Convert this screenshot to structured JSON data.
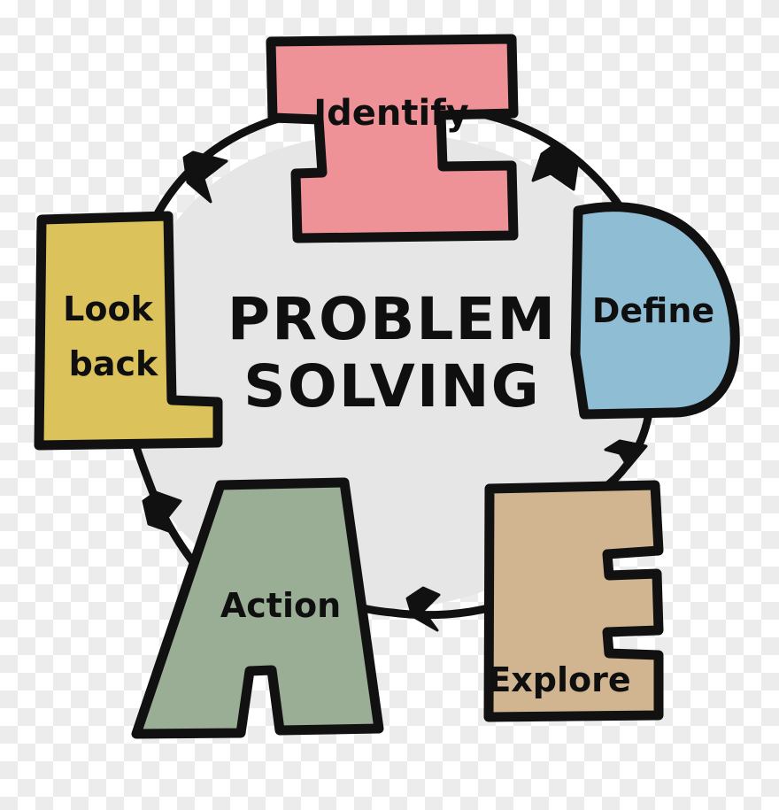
{
  "diagram": {
    "title_line1": "PROBLEM",
    "title_line2": "SOLVING",
    "background": "transparent-checkerboard",
    "hub_color": "#E6E6E6",
    "ink_color": "#111111",
    "style": "hand-drawn marker sketch",
    "acronym": "IDEAL",
    "flow_direction": "clockwise",
    "steps": [
      {
        "letter": "I",
        "label": "Identify",
        "color": "#EE9298",
        "position": "top",
        "order": 1
      },
      {
        "letter": "D",
        "label": "Define",
        "color": "#8FBED4",
        "position": "right",
        "order": 2
      },
      {
        "letter": "E",
        "label": "Explore",
        "color": "#D0B590",
        "position": "bottom-right",
        "order": 3
      },
      {
        "letter": "A",
        "label": "Action",
        "color": "#9AAD95",
        "position": "bottom-left",
        "order": 4
      },
      {
        "letter": "L",
        "label_line1": "Look",
        "label_line2": "back",
        "label": "Look back",
        "color": "#DBC25A",
        "position": "left",
        "order": 5
      }
    ],
    "arrows": [
      {
        "name": "look-back-to-identify",
        "from": "Look back",
        "to": "Identify",
        "position": "top-left"
      },
      {
        "name": "identify-to-define",
        "from": "Identify",
        "to": "Define",
        "position": "top-right"
      },
      {
        "name": "define-to-explore",
        "from": "Define",
        "to": "Explore",
        "position": "right"
      },
      {
        "name": "explore-to-action",
        "from": "Explore",
        "to": "Action",
        "position": "bottom"
      },
      {
        "name": "action-to-look-back",
        "from": "Action",
        "to": "Look back",
        "position": "left"
      }
    ]
  }
}
